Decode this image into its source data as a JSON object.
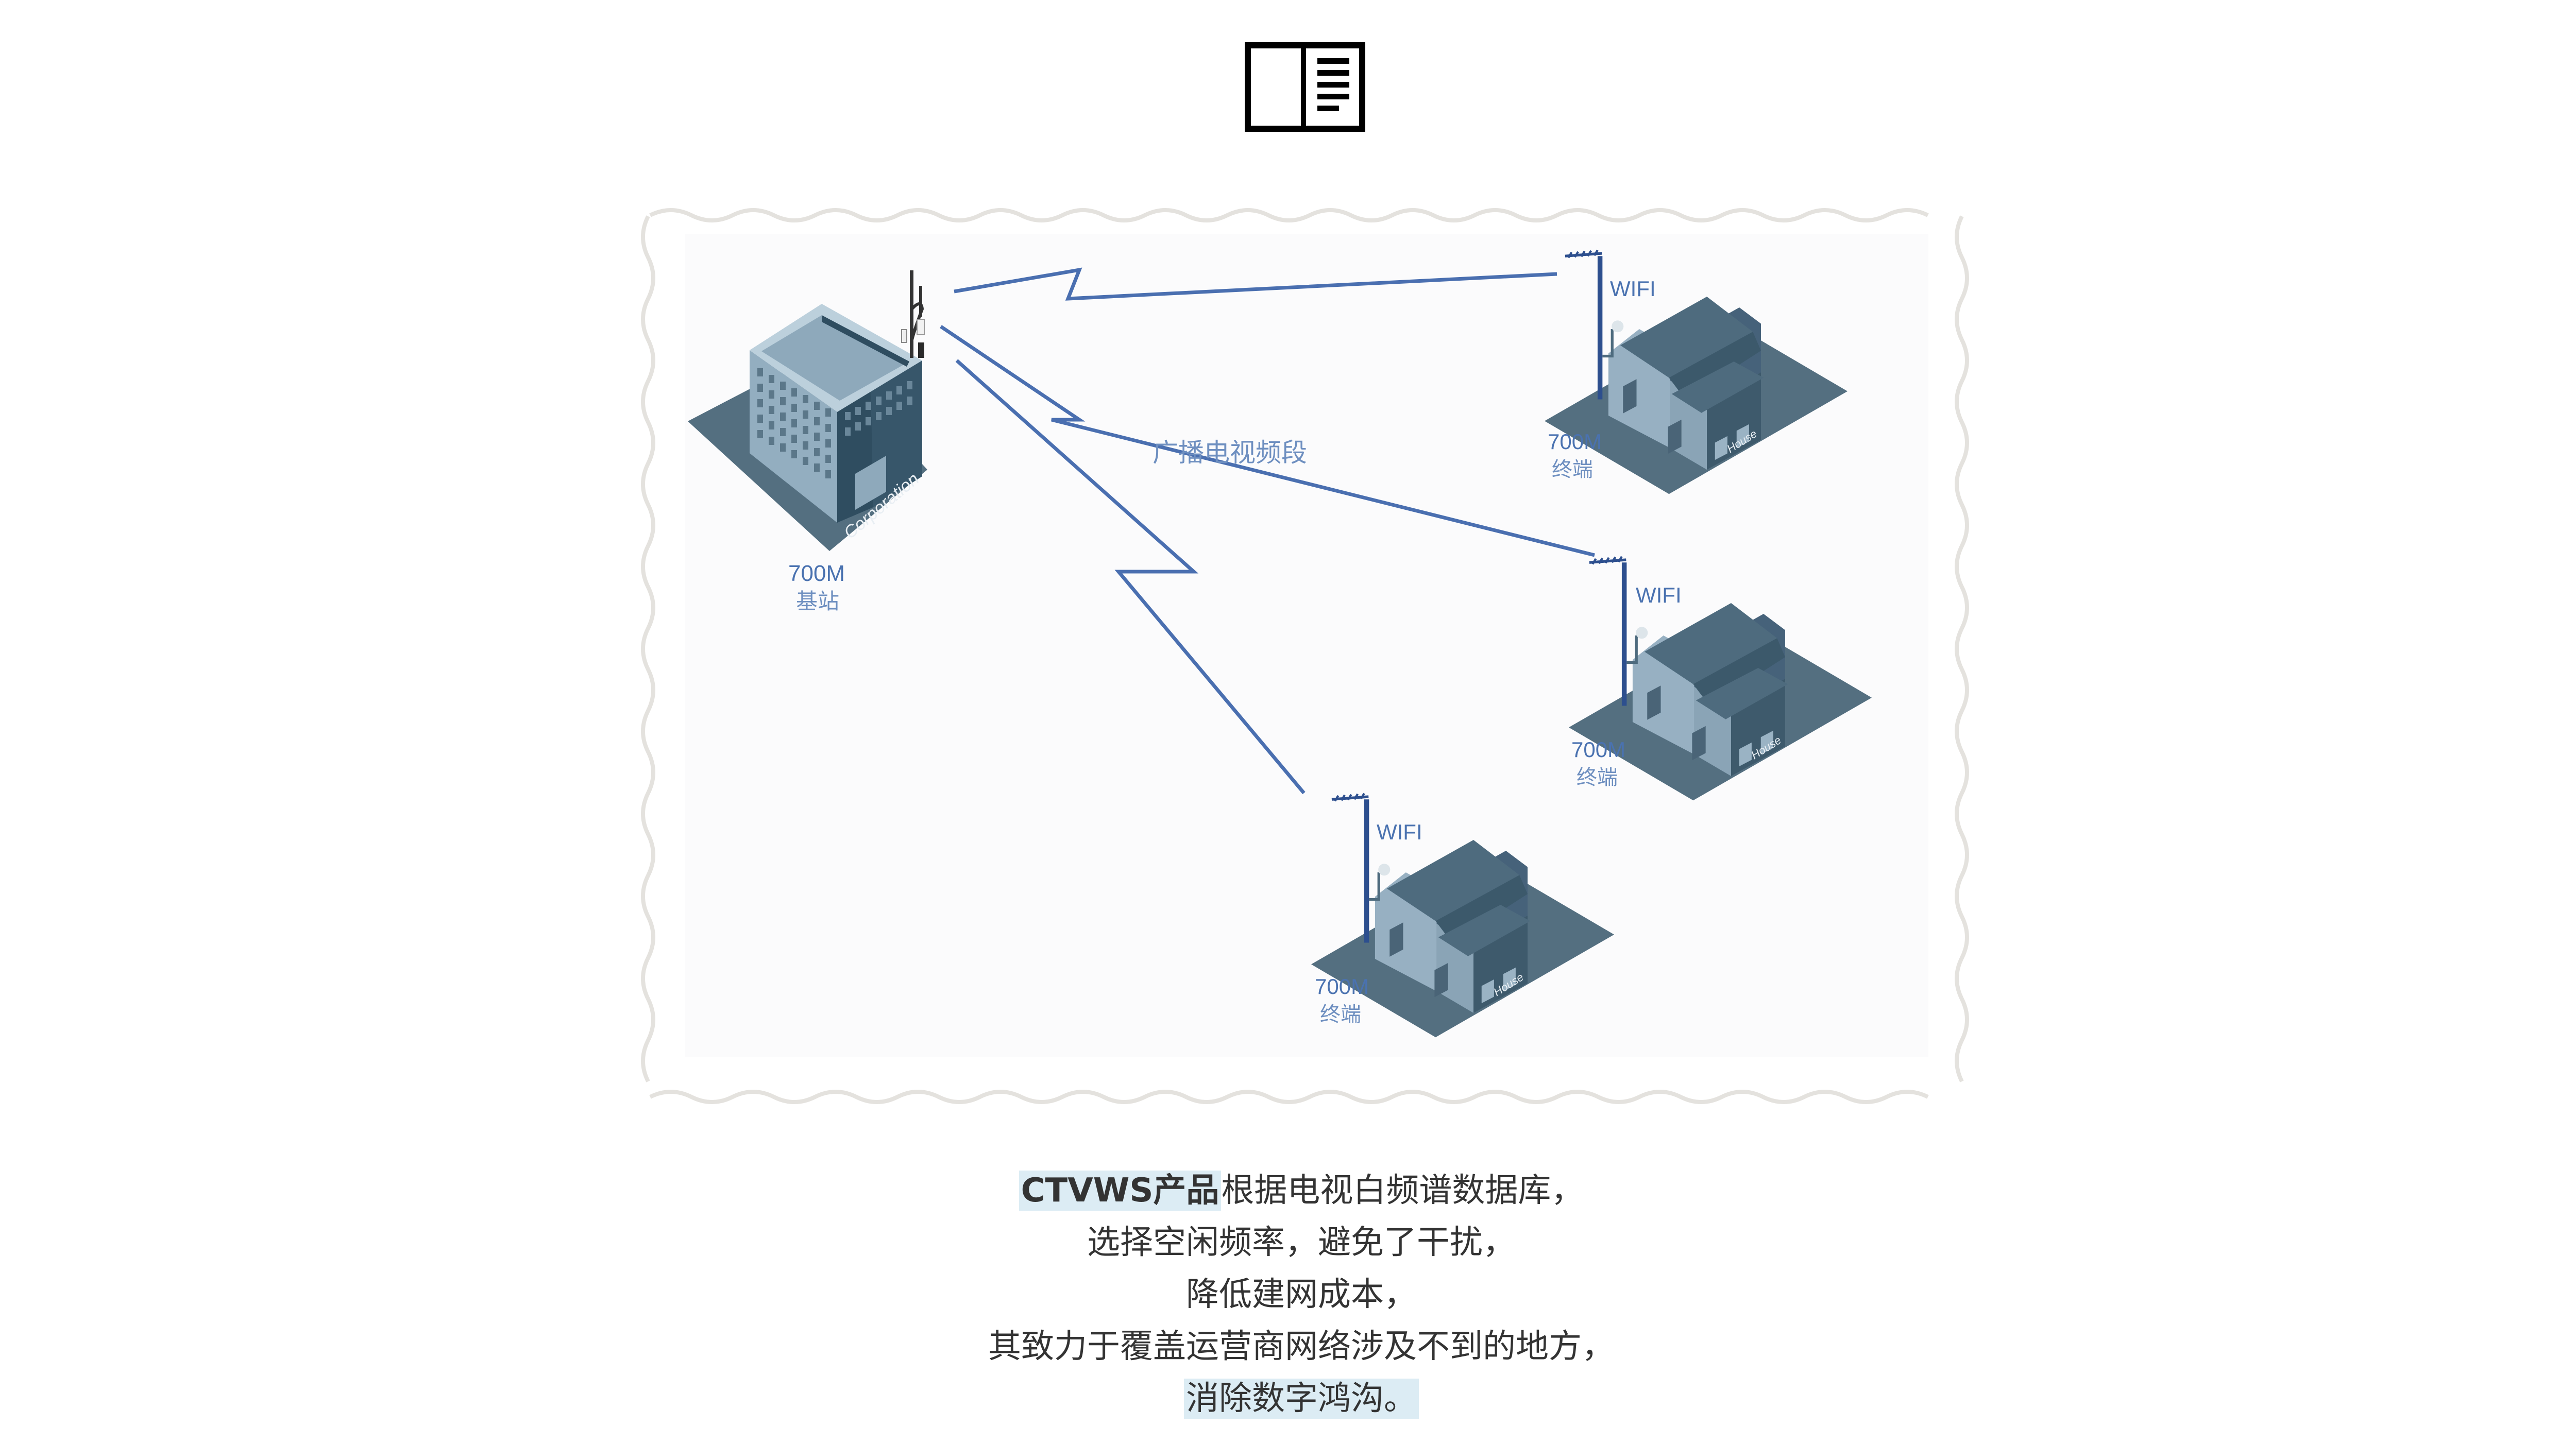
{
  "header": {
    "icon": "book-open-icon"
  },
  "diagram": {
    "band_label": "广播电视频段",
    "base_station": {
      "freq": "700M",
      "label": "基站",
      "building_sign": "Corporation",
      "icon": "office-building-icon",
      "tower_icon": "cell-tower-icon"
    },
    "terminals": [
      {
        "freq": "700M",
        "label": "终端",
        "wifi": "WIFI",
        "house_sign": "House",
        "icon": "house-icon"
      },
      {
        "freq": "700M",
        "label": "终端",
        "wifi": "WIFI",
        "house_sign": "House",
        "icon": "house-icon"
      },
      {
        "freq": "700M",
        "label": "终端",
        "wifi": "WIFI",
        "house_sign": "House",
        "icon": "house-icon"
      }
    ],
    "link_color": "#4a6fb0",
    "building_color": "#4e6b7e"
  },
  "caption": {
    "line1_highlight": "CTVWS产品",
    "line1_rest": "根据电视白频谱数据库，",
    "line2": "选择空闲频率，避免了干扰，",
    "line3": "降低建网成本，",
    "line4": "其致力于覆盖运营商网络涉及不到的地方，",
    "line5_highlight": "消除数字鸿沟。",
    "highlight_color": "#dcecf4"
  }
}
